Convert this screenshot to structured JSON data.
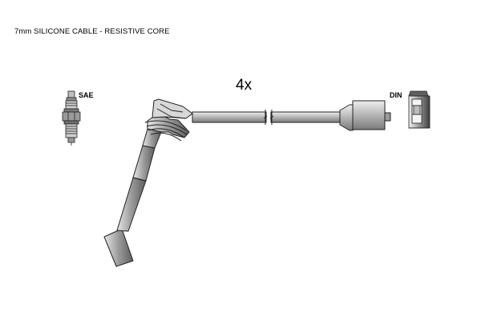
{
  "header": {
    "spec": "7mm SILICONE CABLE - RESISTIVE CORE"
  },
  "quantity": "4x",
  "terminals": {
    "spark_plug_standard": "SAE",
    "coil_standard": "DIN"
  },
  "colors": {
    "line": "#222222",
    "fill_light": "#d9d9d9",
    "fill_mid": "#a8a8a8",
    "fill_dark": "#6f6f6f"
  }
}
